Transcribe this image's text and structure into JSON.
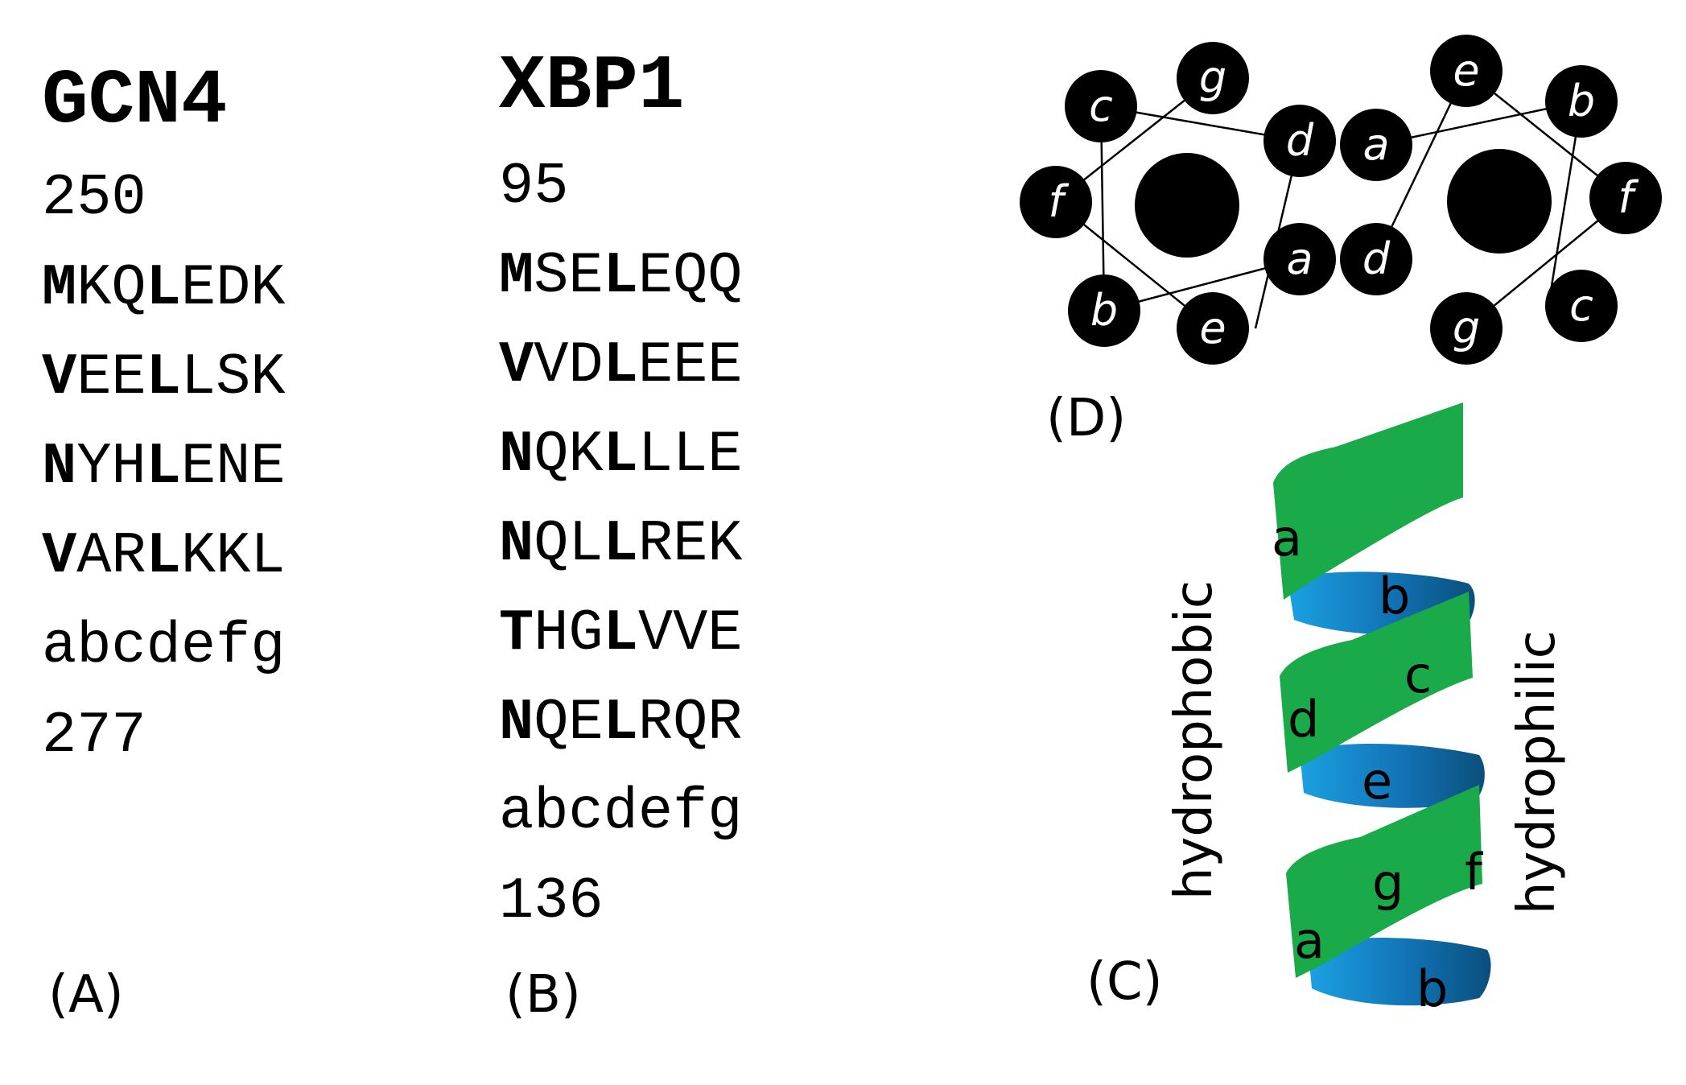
{
  "panel_a": {
    "title": "GCN4",
    "start": "250",
    "heptads": [
      {
        "core": "M",
        "rest1": "KQ",
        "mid": "L",
        "rest2": "EDK"
      },
      {
        "core": "V",
        "rest1": "EE",
        "mid": "L",
        "rest2": "LSK"
      },
      {
        "core": "N",
        "rest1": "YH",
        "mid": "L",
        "rest2": "ENE"
      },
      {
        "core": "V",
        "rest1": "AR",
        "mid": "L",
        "rest2": "KKL"
      }
    ],
    "register": "abcdefg",
    "end": "277",
    "label": "(A)"
  },
  "panel_b": {
    "title": "XBP1",
    "start": "95",
    "heptads": [
      {
        "core": "M",
        "rest1": "SE",
        "mid": "L",
        "rest2": "EQQ"
      },
      {
        "core": "V",
        "rest1": "VD",
        "mid": "L",
        "rest2": "EEE"
      },
      {
        "core": "N",
        "rest1": "QK",
        "mid": "L",
        "rest2": "LLE"
      },
      {
        "core": "N",
        "rest1": "QL",
        "mid": "L",
        "rest2": "REK"
      },
      {
        "core": "T",
        "rest1": "HG",
        "mid": "L",
        "rest2": "VVE"
      },
      {
        "core": "N",
        "rest1": "QE",
        "mid": "L",
        "rest2": "RQR"
      }
    ],
    "register": "abcdefg",
    "end": "136",
    "label": "(B)"
  },
  "panel_c": {
    "label": "(C)",
    "left_text": "hydrophobic",
    "right_text": "hydrophilic",
    "positions": [
      "a",
      "b",
      "c",
      "d",
      "e",
      "f",
      "g",
      "a",
      "b"
    ],
    "colors": {
      "green": "#1aaa4a",
      "blue": "#1287c8"
    }
  },
  "panel_d": {
    "label": "(D)",
    "left_wheel": [
      "c",
      "g",
      "d",
      "a",
      "e",
      "b",
      "f"
    ],
    "right_wheel": [
      "e",
      "b",
      "f",
      "c",
      "g",
      "d",
      "a"
    ]
  }
}
